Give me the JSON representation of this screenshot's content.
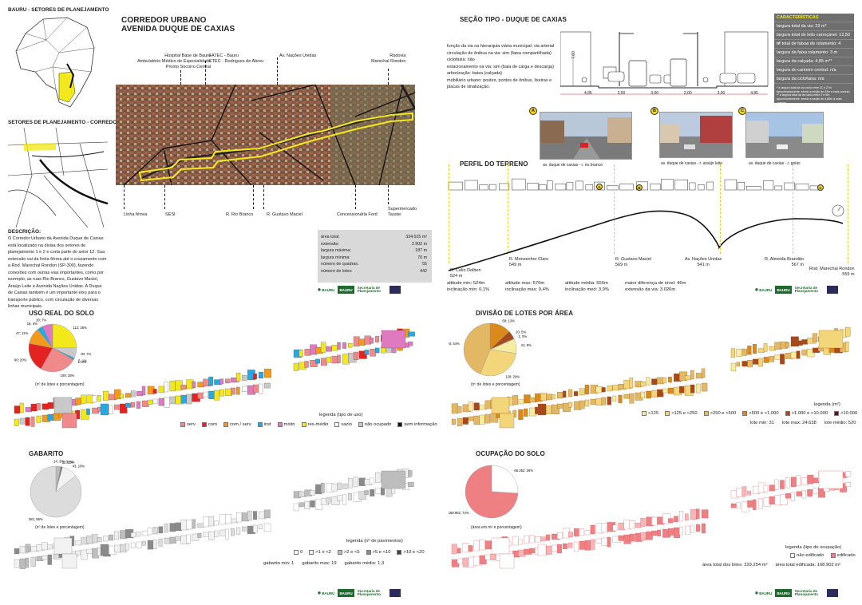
{
  "header": {
    "bauru_title": "BAURU - SETORES DE PLANEJAMENTO",
    "corridor_map_title": "SETORES DE PLANEJAMENTO - CORREDOR URBANO",
    "main_title_line1": "CORREDOR URBANO",
    "main_title_line2": "AVENIDA DUQUE DE CAXIAS"
  },
  "description": {
    "heading": "DESCRIÇÃO:",
    "text": "O Corredor Urbano da Avenida Duque de Caxias está localizado na divisa dos setores de planejamento 1 e 2 e corta parte do setor 12. Sua extensão vai da linha férrea até o cruzamento com a Rod. Marechal Rondon (SP-300), fazendo conexões com outras vias importantes, como por exemplo, as ruas Rio Branco, Gustavo Maciel, Araújo Leite e Avenida Nações Unidas. A Duque de Caxias também é um importante eixo para o transporte público, com circulação de diversas linhas municipais."
  },
  "landmarks_top": [
    {
      "text": "Hospital Base de Bauru\nAmbulatório Médico de Especialidade\nPronto Socorro Central"
    },
    {
      "text": "FATEC - Bauru\nETEC - Rodrigues de Abreu"
    },
    {
      "text": "Av. Nações Unidas"
    },
    {
      "text": "Rodovia\nMarechal Rondon"
    }
  ],
  "landmarks_bottom": [
    {
      "text": "Linha férrea"
    },
    {
      "text": "SESI"
    },
    {
      "text": "R. Rio Branco"
    },
    {
      "text": "R. Gustavo Maciel"
    },
    {
      "text": "Concessionária Ford"
    },
    {
      "text": "Supermercado\nTauste"
    }
  ],
  "stats": [
    {
      "label": "área total:",
      "value": "334.525 m²"
    },
    {
      "label": "extensão:",
      "value": "2.902 m"
    },
    {
      "label": "largura máxima:",
      "value": "187 m"
    },
    {
      "label": "largura mínima:",
      "value": "70 m"
    },
    {
      "label": "número de quadras:",
      "value": "55"
    },
    {
      "label": "número de lotes:",
      "value": "442"
    }
  ],
  "section": {
    "title": "SEÇÃO TIPO - DUQUE DE CAXIAS",
    "info": [
      "função da via na hierarquia viária municipal: via arterial",
      "circulação de ônibus na via: sim (faixa compartilhada)",
      "ciclofaixa: não",
      "estacionamento na via: sim (baia de carga e descarga)",
      "arborização: baixa (calçada)",
      "mobiliário urbano: postes, pontos de ônibus, lixeiras e",
      "placas de sinalização."
    ],
    "box_title": "CARACTERÍSTICAS",
    "box_rows": [
      "largura total da via: 23 m*",
      "largura total do leito carroçável: 12,50 m",
      "nº total de faixas de rolamento: 4",
      "largura da faixa rolamento: 3 m",
      "largura da calçada: 4,85 m**",
      "largura do canteiro central: n/a",
      "largura da ciclofaixa: n/a"
    ],
    "box_notes": "* a largura total da via varia entre 21 e 27m aproximadamente, sendo a seção de 23m a mais comum. ** a largura total da via varia entre 2 e 5m aproximadamente, sendo a seção de 4,85m a mais comum.",
    "height_label": "7,80",
    "dims": [
      "4,85",
      "3,00",
      "3,00",
      "3,00",
      "3,00",
      "4,85"
    ]
  },
  "photos": [
    {
      "badge": "A",
      "caption": "av. duque de caxias - r. rio branco"
    },
    {
      "badge": "B",
      "caption": "av. duque de caxias - r. araújo leite"
    },
    {
      "badge": "C",
      "caption": "av. duque de caxias - r. goiás"
    }
  ],
  "terrain": {
    "title": "PERFIL DO TERRENO",
    "points": [
      {
        "name": "R. Celio Dolben",
        "alt": "524 m"
      },
      {
        "name": "R. Monsenhor Claro",
        "alt": "549 m"
      },
      {
        "name": "R. Gustavo Maciel",
        "alt": "569 m"
      },
      {
        "name": "Av. Nações Unidas",
        "alt": "541 m"
      },
      {
        "name": "R. Almeida Brandão",
        "alt": "567 m"
      },
      {
        "name": "Rod. Marechal Rondon",
        "alt": "559 m"
      }
    ],
    "stats": [
      [
        "altitude min: 524m",
        "inclinação min: 0,1%"
      ],
      [
        "altitude max: 570m",
        "inclinação max: 9,4%"
      ],
      [
        "altitude média: 556m",
        "inclinação med: 3,9%"
      ],
      [
        "maior diferença de nível: 46m",
        "extensão da via: 3.026m"
      ]
    ]
  },
  "uso": {
    "title": "USO REAL DO SOLO",
    "pie_caption": "(nº de lotes e porcentagem)",
    "legend_title": "legenda (tipo de uso)",
    "slices": [
      {
        "label": "112; 25%",
        "value": 25,
        "color": "#f3e81c"
      },
      {
        "label": "30; 7%",
        "value": 7,
        "color": "#c9c9c9"
      },
      {
        "label": "5; 1%",
        "value": 1,
        "color": "#2aa7e0"
      },
      {
        "label": "1; 0%",
        "value": 0.4,
        "color": "#333333"
      },
      {
        "label": "109; 25%",
        "value": 25,
        "color": "#f08a8a"
      },
      {
        "label": "90; 20%",
        "value": 20,
        "color": "#e32222"
      },
      {
        "label": "47; 11%",
        "value": 11,
        "color": "#f39a1e"
      },
      {
        "label": "16; 4%",
        "value": 4,
        "color": "#2aa7e0"
      },
      {
        "label": "30; 7%",
        "value": 7,
        "color": "#e07ac0"
      }
    ],
    "legend": [
      {
        "label": "serv",
        "color": "#f08a8a"
      },
      {
        "label": "com",
        "color": "#e32222"
      },
      {
        "label": "com / serv",
        "color": "#f39a1e"
      },
      {
        "label": "inst",
        "color": "#2aa7e0"
      },
      {
        "label": "misto",
        "color": "#e07ac0"
      },
      {
        "label": "res-médio",
        "color": "#f3e81c"
      },
      {
        "label": "vazio",
        "color": "#ffffff"
      },
      {
        "label": "não ocupado",
        "color": "#c9c9c9"
      },
      {
        "label": "sem informação",
        "color": "#111111"
      }
    ]
  },
  "divisao": {
    "title": "DIVISÃO DE LOTES POR ÁREA",
    "pie_caption": "(nº de lotes e porcentagem)",
    "legend_title": "legenda (m²)",
    "slices": [
      {
        "label": "58; 13%",
        "value": 13,
        "color": "#d98a1a"
      },
      {
        "label": "20; 5%",
        "value": 5,
        "color": "#a8491c"
      },
      {
        "label": "1; 0%",
        "value": 0.4,
        "color": "#5a1410"
      },
      {
        "label": "41; 9%",
        "value": 9,
        "color": "#f7eda0"
      },
      {
        "label": "128; 29%",
        "value": 29,
        "color": "#f3d67a"
      },
      {
        "label": "194; 44%",
        "value": 44,
        "color": "#e2b864"
      }
    ],
    "legend": [
      {
        "label": "<125",
        "color": "#f7eda0"
      },
      {
        "label": ">125 e <250",
        "color": "#f3d67a"
      },
      {
        "label": ">250 e <500",
        "color": "#e2b864"
      },
      {
        "label": ">500 e <1.000",
        "color": "#d98a1a"
      },
      {
        "label": ">1.000 e <10.000",
        "color": "#a8491c"
      },
      {
        "label": ">10.000",
        "color": "#5a1410"
      }
    ],
    "summary": [
      "lote min: 31",
      "lote max: 24.638",
      "lote médio: 520"
    ]
  },
  "gabarito": {
    "title": "GABARITO",
    "pie_caption": "(nº de lotes e porcentagem)",
    "legend_title": "legenda (nº de pavimentos)",
    "slices": [
      {
        "label": "14; 3%",
        "value": 3,
        "color": "#bdbdbd"
      },
      {
        "label": "2; 0,5%",
        "value": 0.6,
        "color": "#8a8a8a"
      },
      {
        "label": "2; 0,5%",
        "value": 0.6,
        "color": "#555555"
      },
      {
        "label": "43; 10%",
        "value": 10,
        "color": "#f2f2f2"
      },
      {
        "label": "381; 86%",
        "value": 86,
        "color": "#dcdcdc"
      }
    ],
    "legend": [
      {
        "label": "0",
        "color": "#ffffff"
      },
      {
        "label": ">1 e <2",
        "color": "#eeeeee"
      },
      {
        "label": ">2 e <5",
        "color": "#bdbdbd"
      },
      {
        "label": ">5 e <10",
        "color": "#8a8a8a"
      },
      {
        "label": ">10 e <20",
        "color": "#444444"
      }
    ],
    "summary": [
      "gabarito min: 1",
      "gabarito max: 19",
      "gabarito médio: 1,3"
    ]
  },
  "ocupacao": {
    "title": "OCUPAÇÃO DO SOLO",
    "pie_caption": "(área em m² e porcentagem)",
    "legend_title": "legenda (tipo de ocupação)",
    "slices": [
      {
        "label": "66.352; 26%",
        "value": 26,
        "color": "#ffffff"
      },
      {
        "label": "168.902; 74%",
        "value": 74,
        "color": "#ee7f83"
      }
    ],
    "legend": [
      {
        "label": "não edificado",
        "color": "#ffffff"
      },
      {
        "label": "edificado",
        "color": "#ee7f83"
      }
    ],
    "summary": [
      "área total dos lotes: 229.254  m²",
      "área total edificada: 168.902  m²"
    ]
  },
  "logos": {
    "prefeitura": "BAURU",
    "secretaria": "Secretaria de Planejamento"
  }
}
